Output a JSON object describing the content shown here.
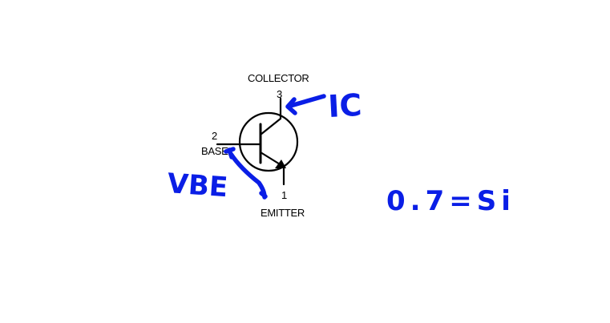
{
  "diagram": {
    "component": "npn-transistor",
    "pins": {
      "collector": {
        "label": "COLLECTOR",
        "number": "3"
      },
      "base": {
        "label": "BASE",
        "number": "2"
      },
      "emitter": {
        "label": "EMITTER",
        "number": "1"
      }
    }
  },
  "annotations": {
    "collector_current": "IC",
    "base_emitter_voltage": "VBE",
    "silicon_note": "0.7=Si",
    "ink_color": "#0a1ee6"
  },
  "colors": {
    "symbol": "#000000",
    "background": "#ffffff"
  }
}
